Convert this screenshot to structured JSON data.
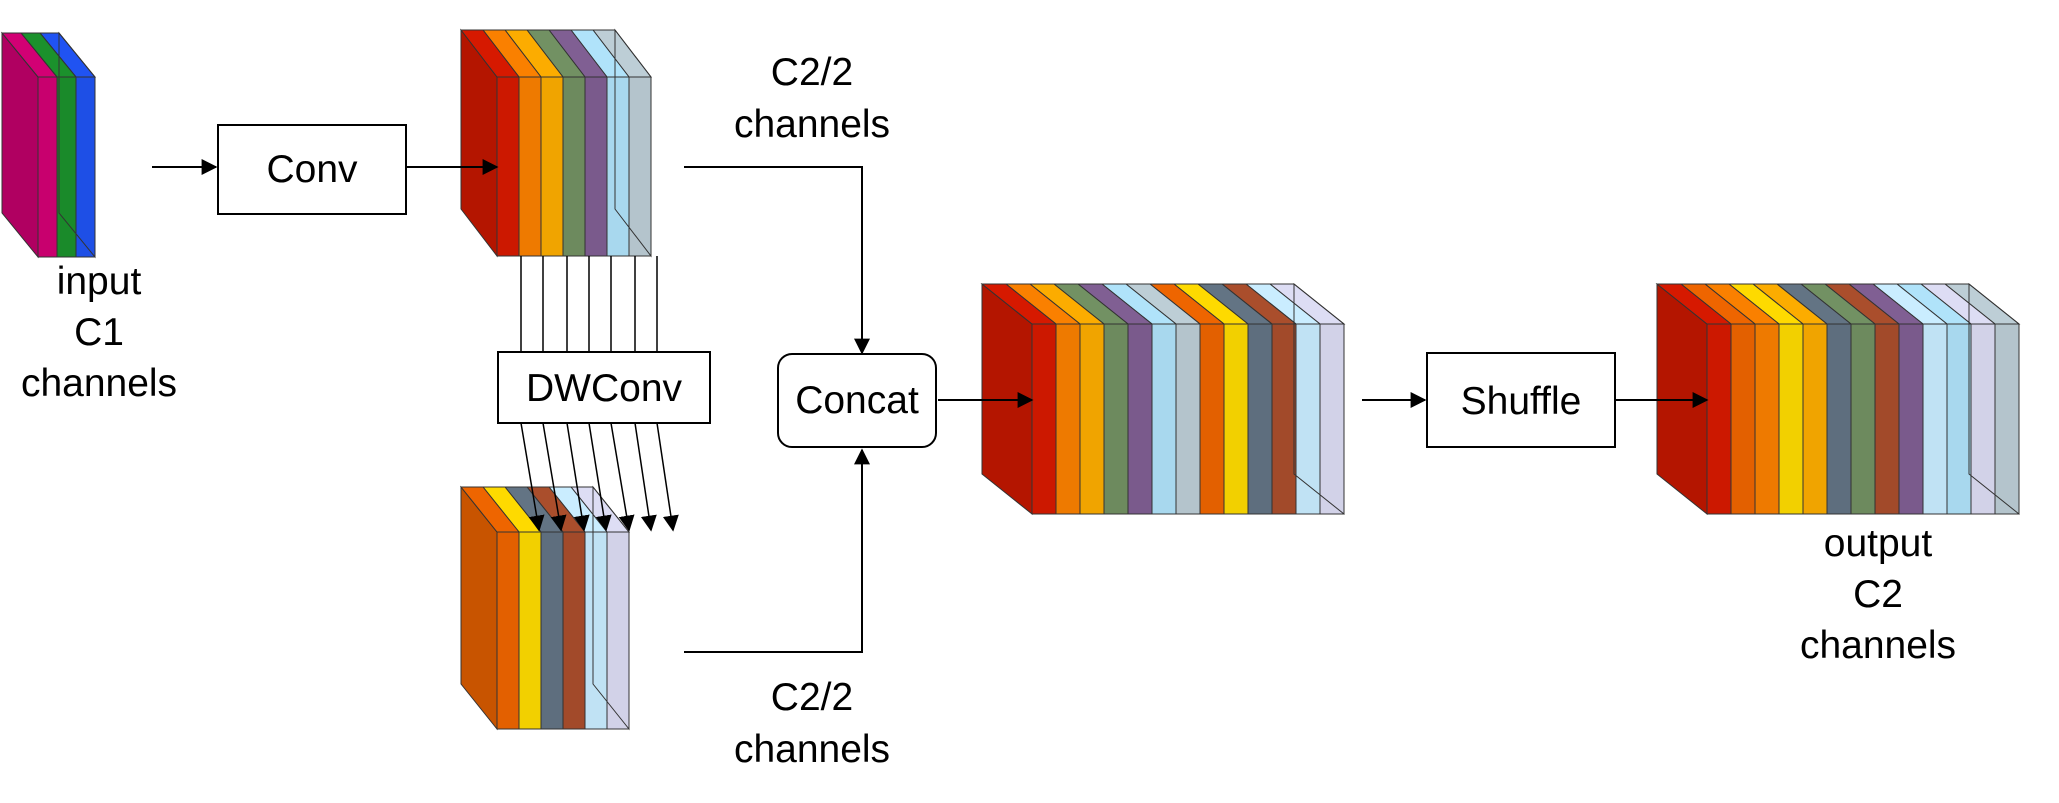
{
  "labels": {
    "conv": "Conv",
    "dwconv": "DWConv",
    "concat": "Concat",
    "shuffle": "Shuffle",
    "input": [
      "input",
      "C1",
      "channels"
    ],
    "top_half": [
      "C2/2",
      "channels"
    ],
    "bottom_half": [
      "C2/2",
      "channels"
    ],
    "output": [
      "output",
      "C2",
      "channels"
    ]
  },
  "stacks": {
    "input": {
      "colors": [
        "#c8006e",
        "#1a8a2a",
        "#1e4fe6"
      ]
    },
    "conv_out": {
      "colors": [
        "#cc1800",
        "#ee7a00",
        "#f0a400",
        "#6d8a5e",
        "#7a5a8c",
        "#a8d8ee",
        "#b4c4cc"
      ]
    },
    "dw_out": {
      "colors": [
        "#e36000",
        "#f2d000",
        "#5e6e7e",
        "#a24a2a",
        "#c0e2f4",
        "#d2d2e8"
      ]
    },
    "concat_out": {
      "colors": [
        "#cc1800",
        "#ee7a00",
        "#f0a400",
        "#6d8a5e",
        "#7a5a8c",
        "#a8d8ee",
        "#b4c4cc",
        "#e36000",
        "#f2d000",
        "#5e6e7e",
        "#a24a2a",
        "#c0e2f4",
        "#d2d2e8"
      ]
    },
    "shuffle_out": {
      "colors": [
        "#cc1800",
        "#e36000",
        "#ee7a00",
        "#f2d000",
        "#f0a400",
        "#5e6e7e",
        "#6d8a5e",
        "#a24a2a",
        "#7a5a8c",
        "#c0e2f4",
        "#a8d8ee",
        "#d2d2e8",
        "#b4c4cc"
      ]
    }
  }
}
